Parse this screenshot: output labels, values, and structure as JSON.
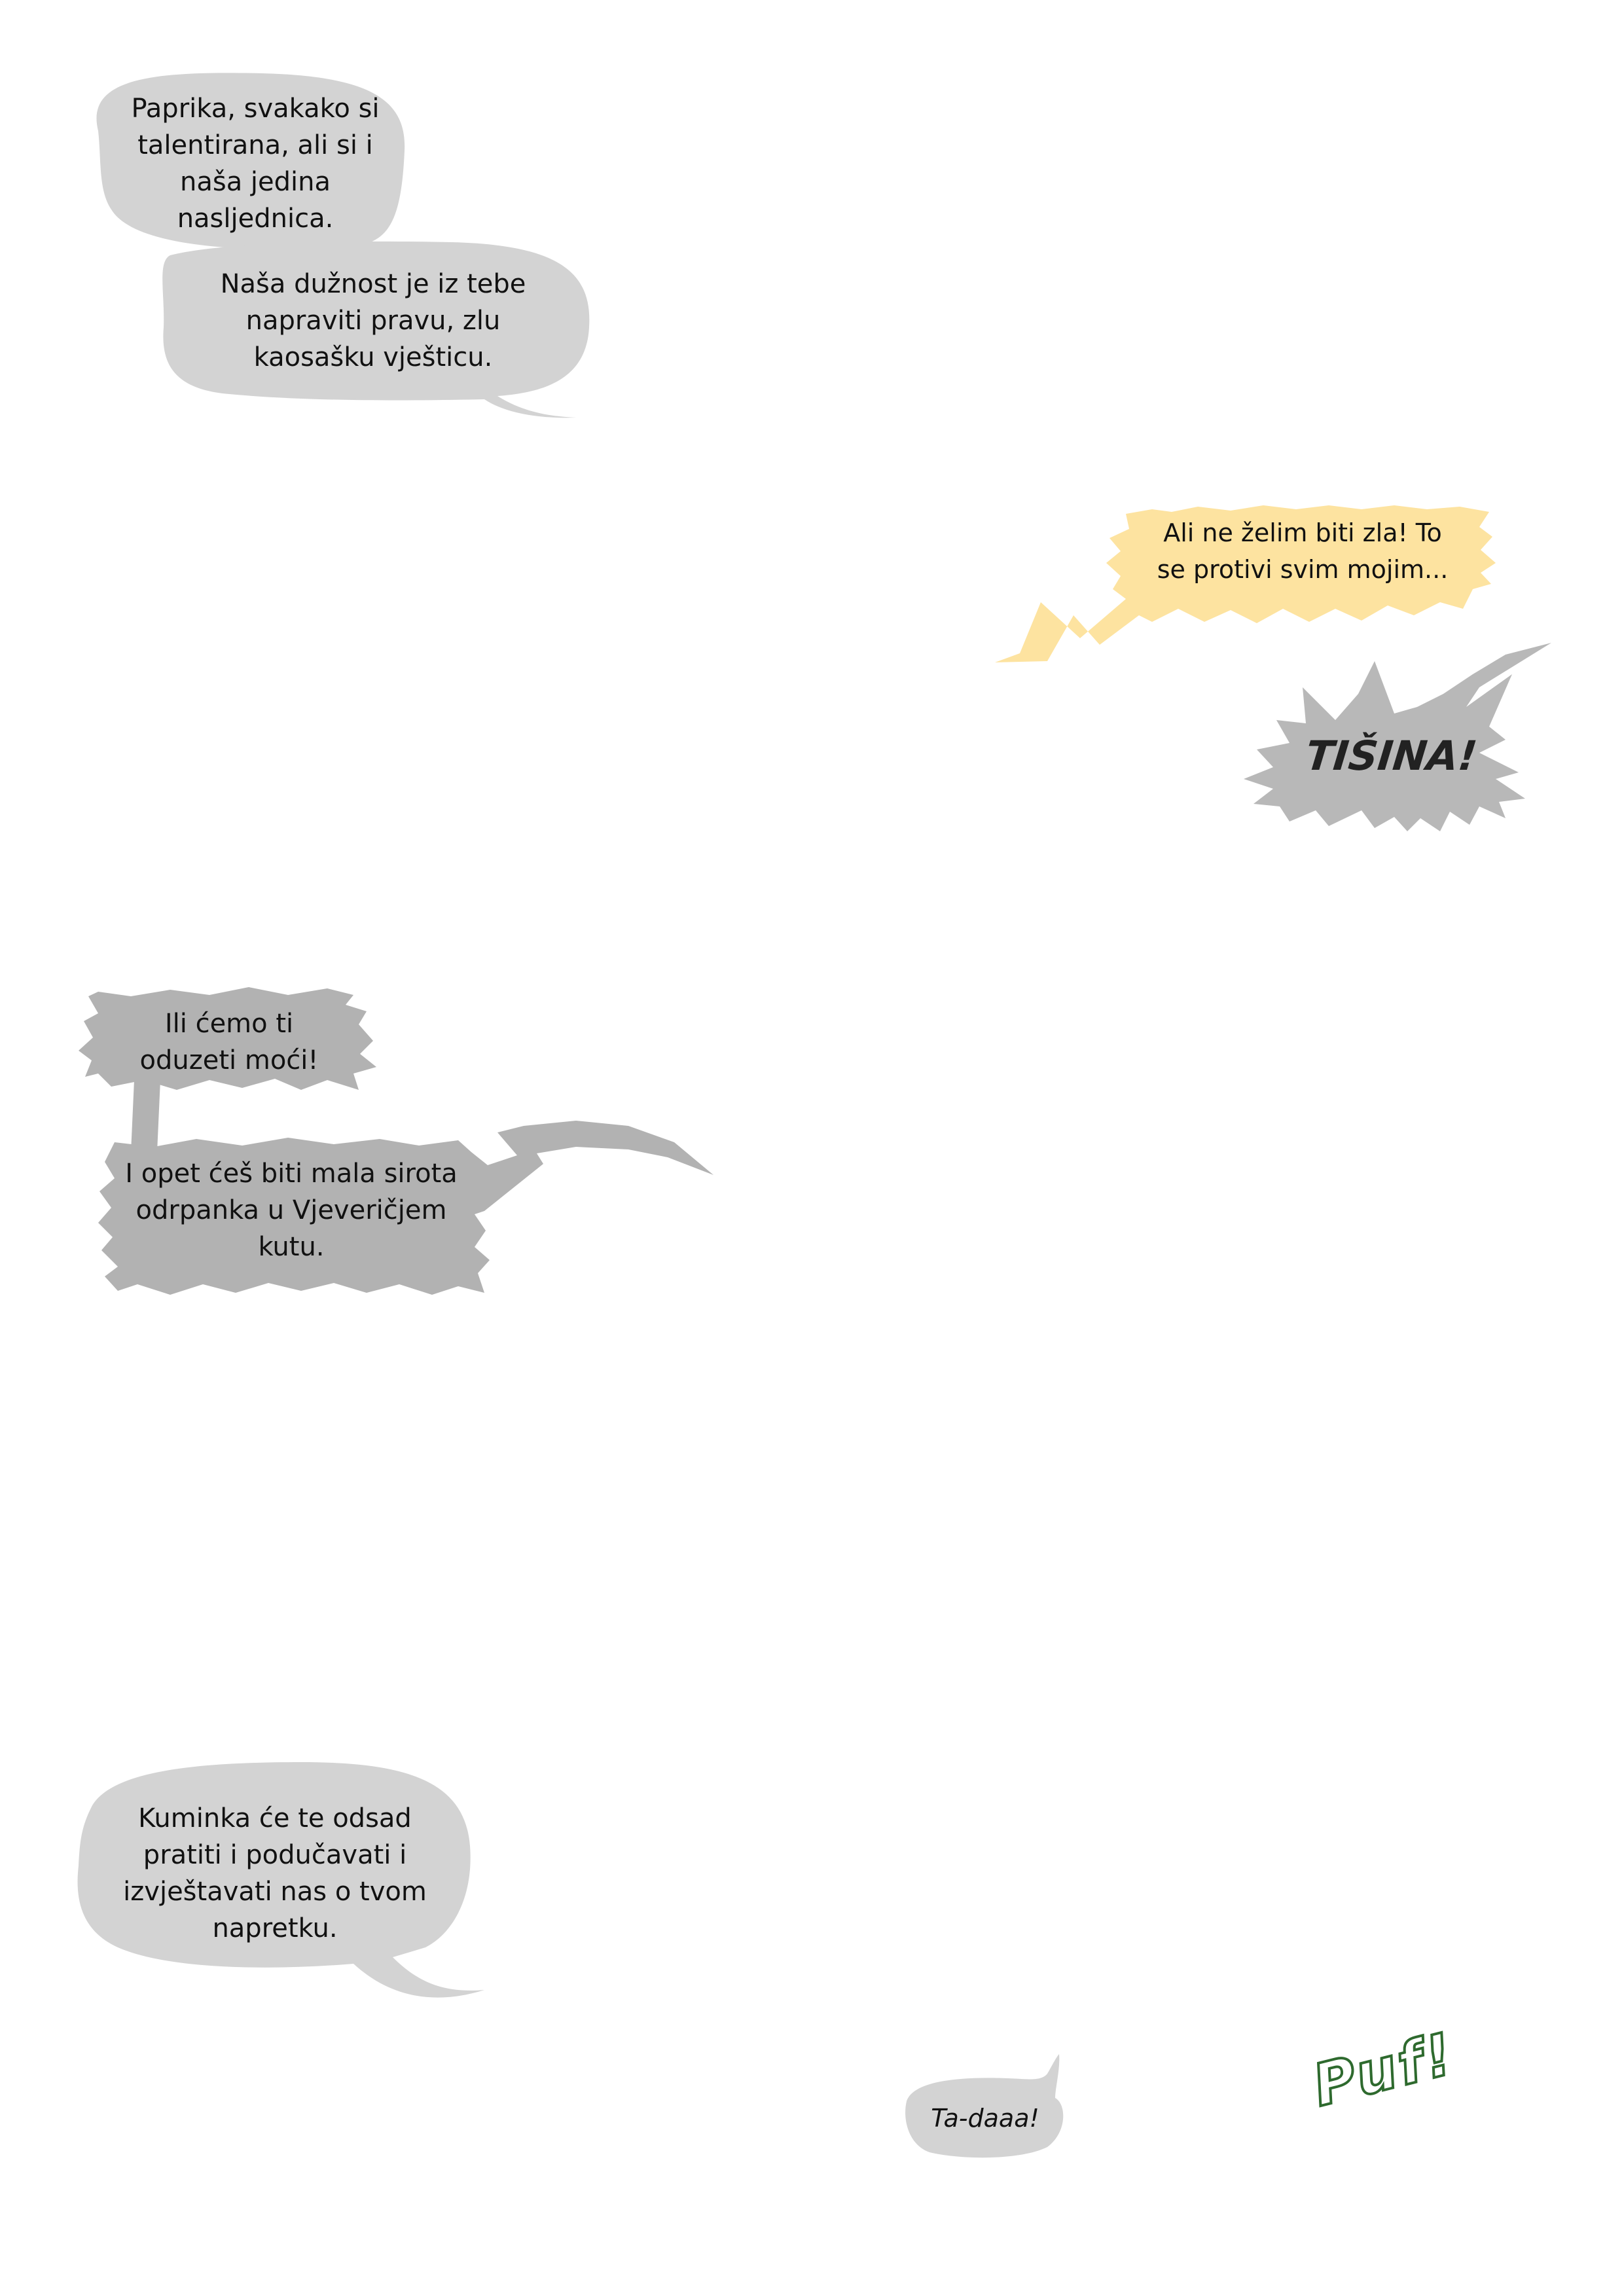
{
  "bubbles": {
    "b1": {
      "lines": [
        "Paprika, svakako si",
        "talentirana, ali si i",
        "naša jedina",
        "nasljednica."
      ]
    },
    "b2": {
      "lines": [
        "Naša dužnost je iz tebe",
        "napraviti pravu, zlu",
        "kaosašku vješticu."
      ]
    },
    "b3": {
      "lines": [
        "Ali ne želim biti zla! To",
        "se protivi svim mojim..."
      ]
    },
    "b4": {
      "text": "TIŠINA!"
    },
    "b5": {
      "lines": [
        "Ili ćemo ti",
        "oduzeti moći!"
      ]
    },
    "b6": {
      "lines": [
        "I opet ćeš biti mala sirota",
        "odrpanka u Vjeveričjem",
        "kutu."
      ]
    },
    "b7": {
      "lines": [
        "Kuminka će te odsad",
        "pratiti i podučavati i",
        "izvještavati nas o tvom",
        "napretku."
      ]
    },
    "b8": {
      "text": "Ta-daaa!"
    }
  },
  "sound_effects": {
    "puf": "Puf!"
  },
  "colors": {
    "bubble_gray": "#d3d3d3",
    "bubble_dark_gray": "#b2b2b2",
    "bubble_yellow": "#fde3a0",
    "shout_gray": "#b8b8b8",
    "puf_green": "#2e6a2e",
    "text": "#111111",
    "background": "#ffffff"
  }
}
